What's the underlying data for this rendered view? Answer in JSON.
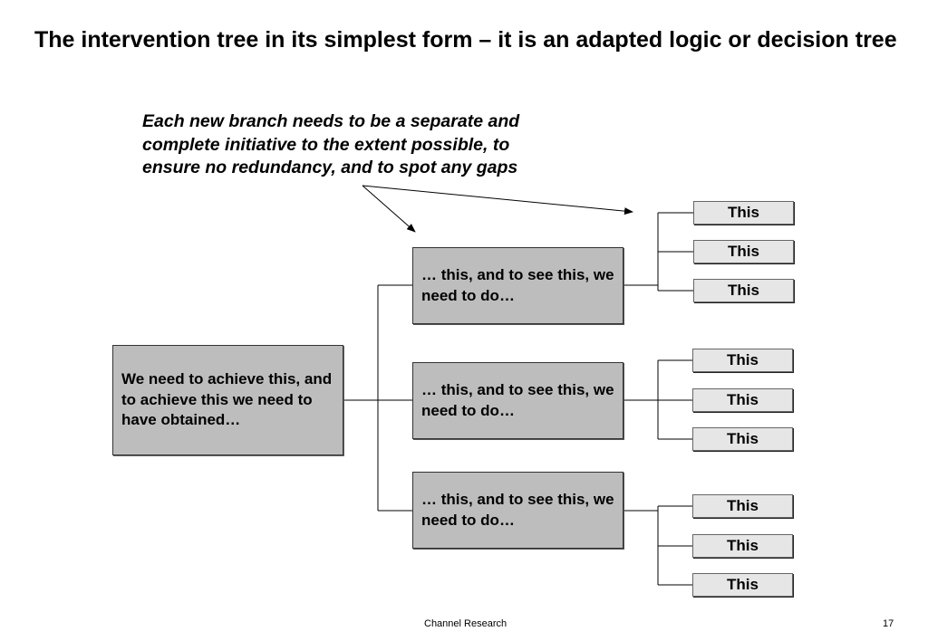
{
  "title": "The intervention tree in its simplest form – it is an adapted logic or decision tree",
  "note": "Each new branch needs to be a separate and complete initiative to the extent possible, to ensure no redundancy, and to spot any gaps",
  "root_box": "We need to achieve this, and to achieve this we need to have obtained…",
  "mid_boxes": [
    "… this, and to see this, we need to do…",
    "… this, and to see this, we need to do…",
    "… this, and to see this, we need to do…"
  ],
  "leaves": [
    "This",
    "This",
    "This",
    "This",
    "This",
    "This",
    "This",
    "This",
    "This"
  ],
  "footer": {
    "source": "Channel Research",
    "page": "17"
  },
  "colors": {
    "box_fill": "#bdbdbd",
    "leaf_fill": "#e6e6e6",
    "line": "#000000"
  }
}
